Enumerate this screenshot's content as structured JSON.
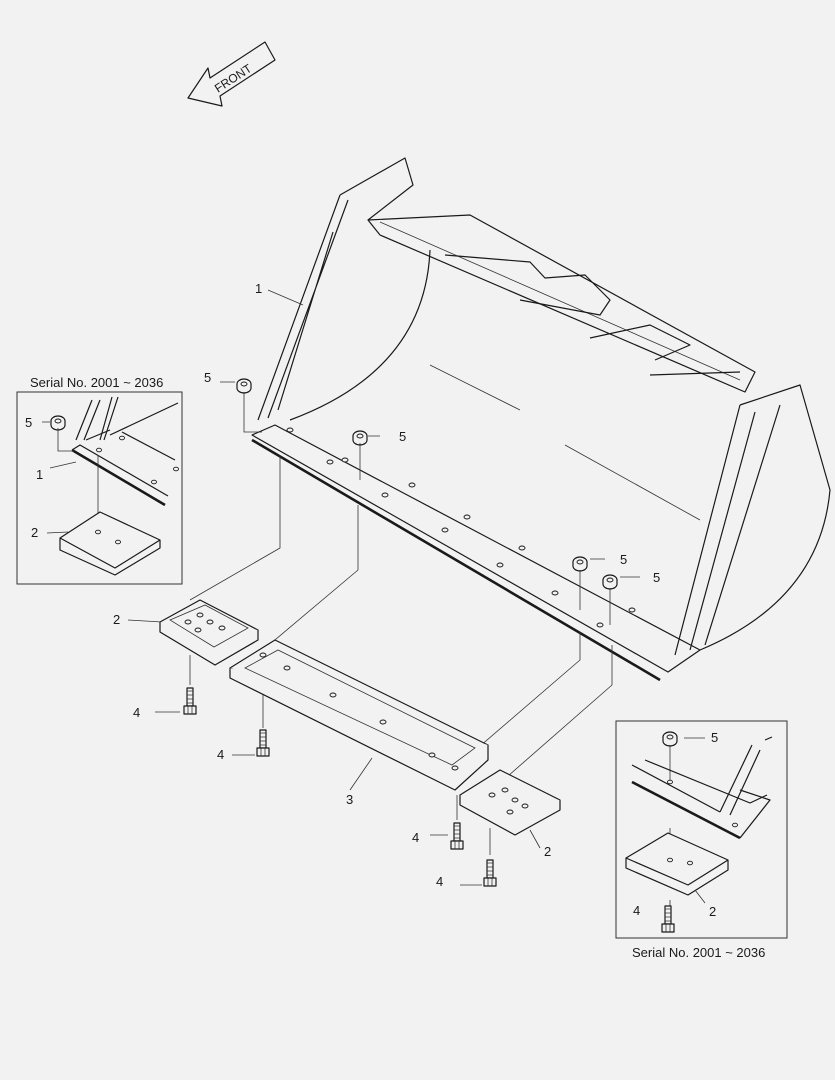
{
  "direction_arrow": {
    "label": "FRONT"
  },
  "insets": [
    {
      "caption": "Serial No. 2001 ~ 2036"
    },
    {
      "caption": "Serial No. 2001 ~ 2036"
    }
  ],
  "callouts": {
    "bucket": "1",
    "pad": "2",
    "edge_plate": "3",
    "bolt": "4",
    "nut": "5"
  },
  "colors": {
    "background": "#f2f2f2",
    "line": "#1a1a1a"
  }
}
